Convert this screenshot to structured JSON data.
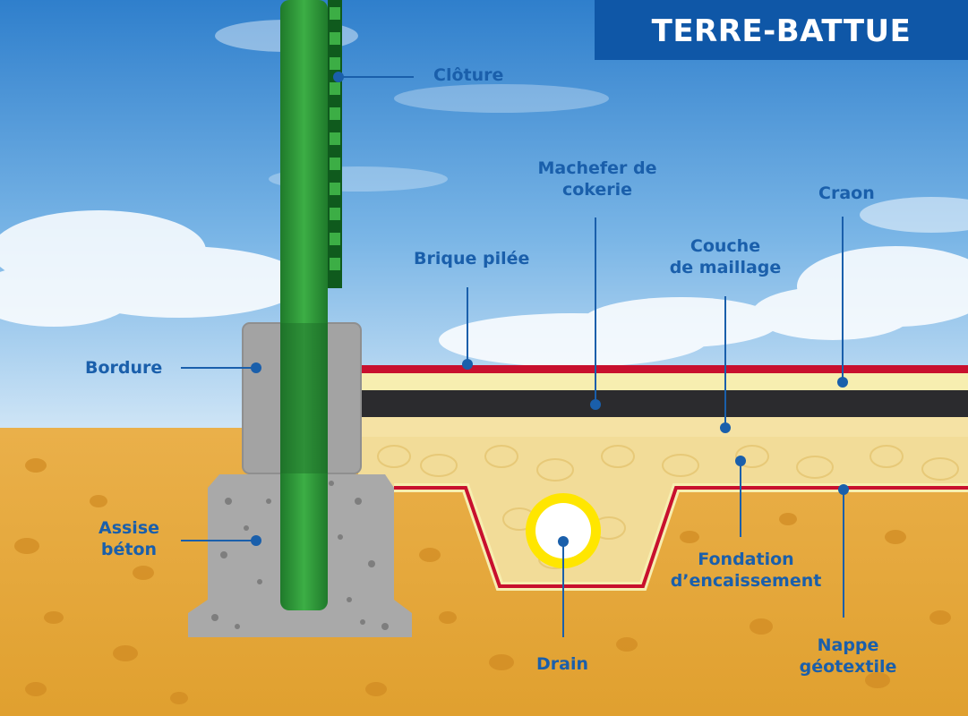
{
  "title": "TERRE-BATTUE",
  "labels": {
    "cloture": "Clôture",
    "bordure": "Bordure",
    "assise": [
      "Assise",
      "béton"
    ],
    "brique": "Brique pilée",
    "machefer": [
      "Machefer de",
      "cokerie"
    ],
    "couche": [
      "Couche",
      "de maillage"
    ],
    "craon": "Craon",
    "fondation": [
      "Fondation",
      "d’encaissement"
    ],
    "nappe": [
      "Nappe",
      "géotextile"
    ],
    "drain": "Drain"
  },
  "colors": {
    "title_bg": "#0f57a7",
    "label_text": "#1a5fab",
    "leader": "#1a5fab",
    "fence": "#2f9a3a",
    "brick_layer": "#c8102e",
    "craon_layer": "#f7eeb0",
    "machefer_layer": "#2b2b2e",
    "foundation": "#f2dc98",
    "soil": "#e6a83a",
    "concrete": "#a9a9a9",
    "drain_ring": "#ffe600"
  }
}
